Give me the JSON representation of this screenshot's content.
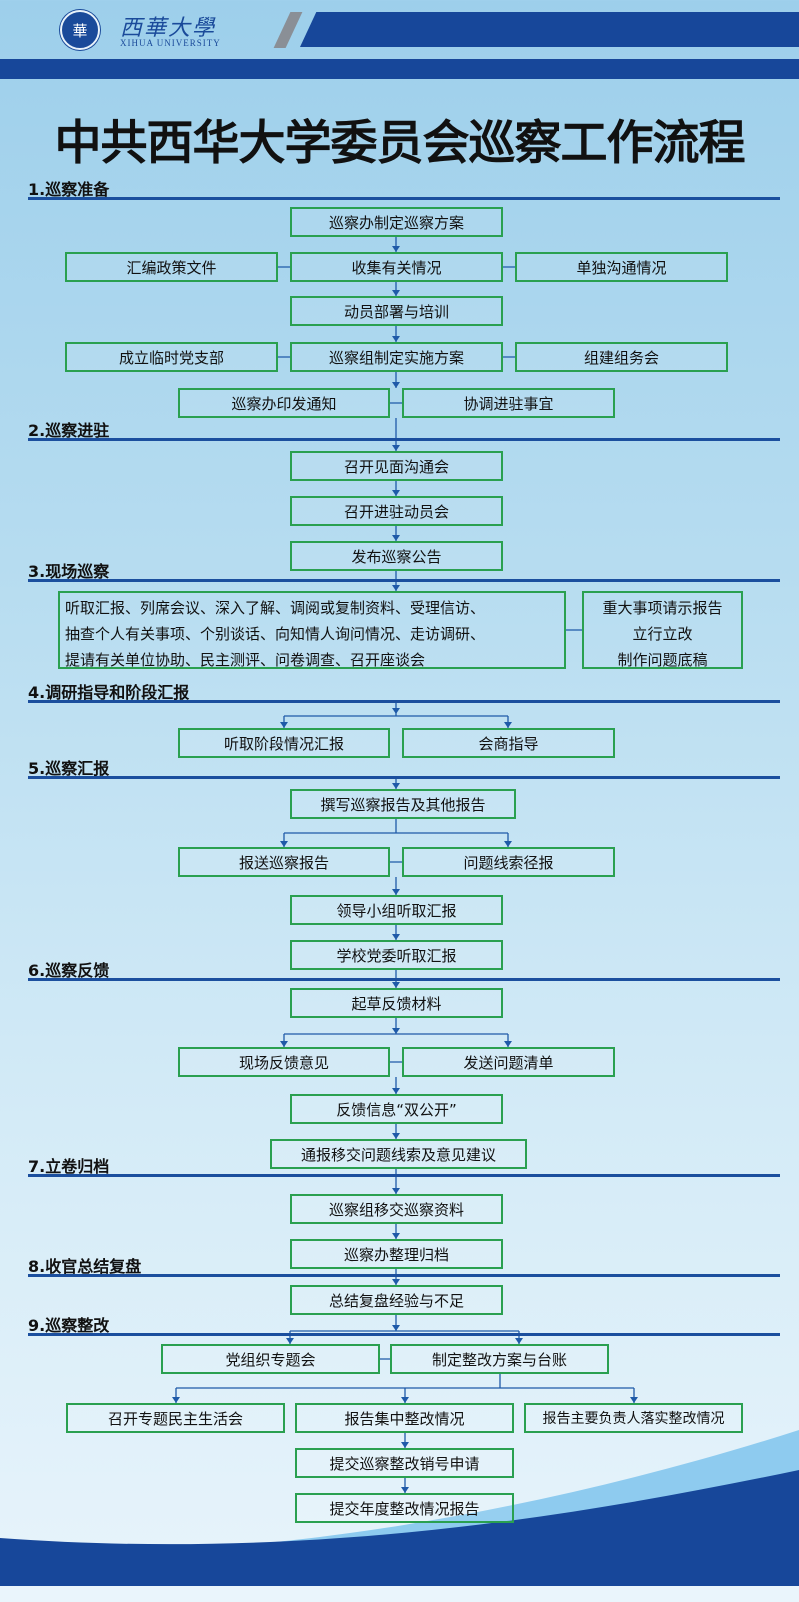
{
  "header": {
    "seal_text": "華",
    "university_cn": "西華大學",
    "university_en": "XIHUA UNIVERSITY"
  },
  "title": "中共西华大学委员会巡察工作流程",
  "colors": {
    "brand_blue": "#17479a",
    "box_border": "#2aa050",
    "connector": "#1f5aa8"
  },
  "sections": [
    {
      "label": "1.巡察准备",
      "steps": [
        "巡察办制定巡察方案",
        "汇编政策文件",
        "收集有关情况",
        "单独沟通情况",
        "动员部署与培训",
        "成立临时党支部",
        "巡察组制定实施方案",
        "组建组务会",
        "巡察办印发通知",
        "协调进驻事宜"
      ]
    },
    {
      "label": "2.巡察进驻",
      "steps": [
        "召开见面沟通会",
        "召开进驻动员会",
        "发布巡察公告"
      ]
    },
    {
      "label": "3.现场巡察",
      "steps": [
        "听取汇报、列席会议、深入了解、调阅或复制资料、受理信访、",
        "抽查个人有关事项、个别谈话、向知情人询问情况、走访调研、",
        "提请有关单位协助、民主测评、问卷调查、召开座谈会",
        "重大事项请示报告",
        "立行立改",
        "制作问题底稿"
      ]
    },
    {
      "label": "4.调研指导和阶段汇报",
      "steps": [
        "听取阶段情况汇报",
        "会商指导"
      ]
    },
    {
      "label": "5.巡察汇报",
      "steps": [
        "撰写巡察报告及其他报告",
        "报送巡察报告",
        "问题线索径报",
        "领导小组听取汇报",
        "学校党委听取汇报"
      ]
    },
    {
      "label": "6.巡察反馈",
      "steps": [
        "起草反馈材料",
        "现场反馈意见",
        "发送问题清单",
        "反馈信息“双公开”",
        "通报移交问题线索及意见建议"
      ]
    },
    {
      "label": "7.立卷归档",
      "steps": [
        "巡察组移交巡察资料",
        "巡察办整理归档"
      ]
    },
    {
      "label": "8.收官总结复盘",
      "steps": [
        "总结复盘经验与不足"
      ]
    },
    {
      "label": "9.巡察整改",
      "steps": [
        "党组织专题会",
        "制定整改方案与台账",
        "召开专题民主生活会",
        "报告集中整改情况",
        "报告主要负责人落实整改情况",
        "提交巡察整改销号申请",
        "提交年度整改情况报告"
      ]
    }
  ]
}
